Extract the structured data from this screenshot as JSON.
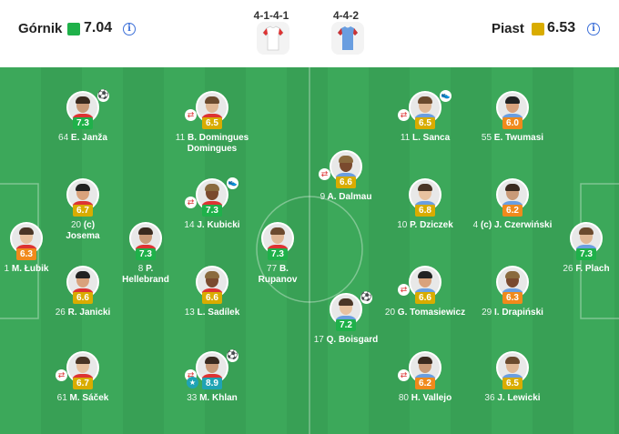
{
  "home": {
    "name": "Górnik",
    "rating": "7.04",
    "formation": "4-1-4-1",
    "rating_color": "#1fb14a",
    "shirt_color": "#ffffff"
  },
  "away": {
    "name": "Piast",
    "rating": "6.53",
    "formation": "4-4-2",
    "rating_color": "#e0b000",
    "shirt_color": "#6a9ee0"
  },
  "info_icon": "i",
  "colors": {
    "green": "#1fb14a",
    "yellow": "#d9ac00",
    "orange": "#f08a1c",
    "blue": "#1fa3b4",
    "pitch": "#3ca85a"
  },
  "players": [
    {
      "id": "janza",
      "num": "64",
      "name": "E. Janža",
      "rating": "7.3",
      "rating_color": "#1fb14a",
      "icons": [
        "ball"
      ],
      "team": "home"
    },
    {
      "id": "domingues",
      "num": "11",
      "name": "B. Domingues",
      "name2": "Domingues",
      "name1": "B.",
      "rating": "6.5",
      "rating_color": "#d9ac00",
      "icons": [
        "sub"
      ],
      "team": "home"
    },
    {
      "id": "josema",
      "num": "20",
      "name": "(c)",
      "name2": "Josema",
      "rating": "6.7",
      "rating_color": "#d9ac00",
      "icons": [],
      "team": "home"
    },
    {
      "id": "kubicki",
      "num": "14",
      "name": "J. Kubicki",
      "rating": "7.3",
      "rating_color": "#1fb14a",
      "icons": [
        "sub",
        "assist"
      ],
      "team": "home"
    },
    {
      "id": "lubik",
      "num": "1",
      "name": "M. Łubik",
      "rating": "6.3",
      "rating_color": "#f08a1c",
      "icons": [],
      "team": "home"
    },
    {
      "id": "hellebrand",
      "num": "8",
      "name": "P.",
      "name2": "Hellebrand",
      "rating": "7.3",
      "rating_color": "#1fb14a",
      "icons": [],
      "team": "home"
    },
    {
      "id": "rupanov",
      "num": "77",
      "name": "B.",
      "name2": "Rupanov",
      "rating": "7.3",
      "rating_color": "#1fb14a",
      "icons": [],
      "team": "home"
    },
    {
      "id": "janicki",
      "num": "26",
      "name": "R. Janicki",
      "rating": "6.6",
      "rating_color": "#d9ac00",
      "icons": [],
      "team": "home"
    },
    {
      "id": "sadilek",
      "num": "13",
      "name": "L. Sadílek",
      "rating": "6.6",
      "rating_color": "#d9ac00",
      "icons": [],
      "team": "home"
    },
    {
      "id": "sacek",
      "num": "61",
      "name": "M. Sáček",
      "rating": "6.7",
      "rating_color": "#d9ac00",
      "icons": [
        "sub"
      ],
      "team": "home"
    },
    {
      "id": "khlan",
      "num": "33",
      "name": "M. Khlan",
      "rating": "8.9",
      "rating_color": "#1fa3b4",
      "icons": [
        "sub",
        "ball",
        "star"
      ],
      "team": "home"
    },
    {
      "id": "sanca",
      "num": "11",
      "name": "L. Sanca",
      "rating": "6.5",
      "rating_color": "#d9ac00",
      "icons": [
        "sub",
        "assist"
      ],
      "team": "away"
    },
    {
      "id": "twumasi",
      "num": "55",
      "name": "E. Twumasi",
      "rating": "6.0",
      "rating_color": "#f08a1c",
      "icons": [],
      "team": "away"
    },
    {
      "id": "dalmau",
      "num": "9",
      "name": "A. Dalmau",
      "rating": "6.6",
      "rating_color": "#d9ac00",
      "icons": [
        "sub"
      ],
      "team": "away"
    },
    {
      "id": "dziczek",
      "num": "10",
      "name": "P. Dziczek",
      "rating": "6.8",
      "rating_color": "#d9ac00",
      "icons": [],
      "team": "away"
    },
    {
      "id": "czerwinski",
      "num": "4",
      "name": "(c) J. Czerwiński",
      "rating": "6.2",
      "rating_color": "#f08a1c",
      "icons": [],
      "team": "away"
    },
    {
      "id": "plach",
      "num": "26",
      "name": "F. Plach",
      "rating": "7.3",
      "rating_color": "#1fb14a",
      "icons": [],
      "team": "away"
    },
    {
      "id": "tomasiewicz",
      "num": "20",
      "name": "G. Tomasiewicz",
      "rating": "6.6",
      "rating_color": "#d9ac00",
      "icons": [
        "sub"
      ],
      "team": "away"
    },
    {
      "id": "drapinski",
      "num": "29",
      "name": "I. Drapiński",
      "rating": "6.3",
      "rating_color": "#f08a1c",
      "icons": [],
      "team": "away"
    },
    {
      "id": "boisgard",
      "num": "17",
      "name": "Q. Boisgard",
      "rating": "7.2",
      "rating_color": "#1fb14a",
      "icons": [
        "ball"
      ],
      "team": "away"
    },
    {
      "id": "vallejo",
      "num": "80",
      "name": "H. Vallejo",
      "rating": "6.2",
      "rating_color": "#f08a1c",
      "icons": [
        "sub"
      ],
      "team": "away"
    },
    {
      "id": "lewicki",
      "num": "36",
      "name": "J. Lewicki",
      "rating": "6.5",
      "rating_color": "#d9ac00",
      "icons": [],
      "team": "away"
    }
  ]
}
